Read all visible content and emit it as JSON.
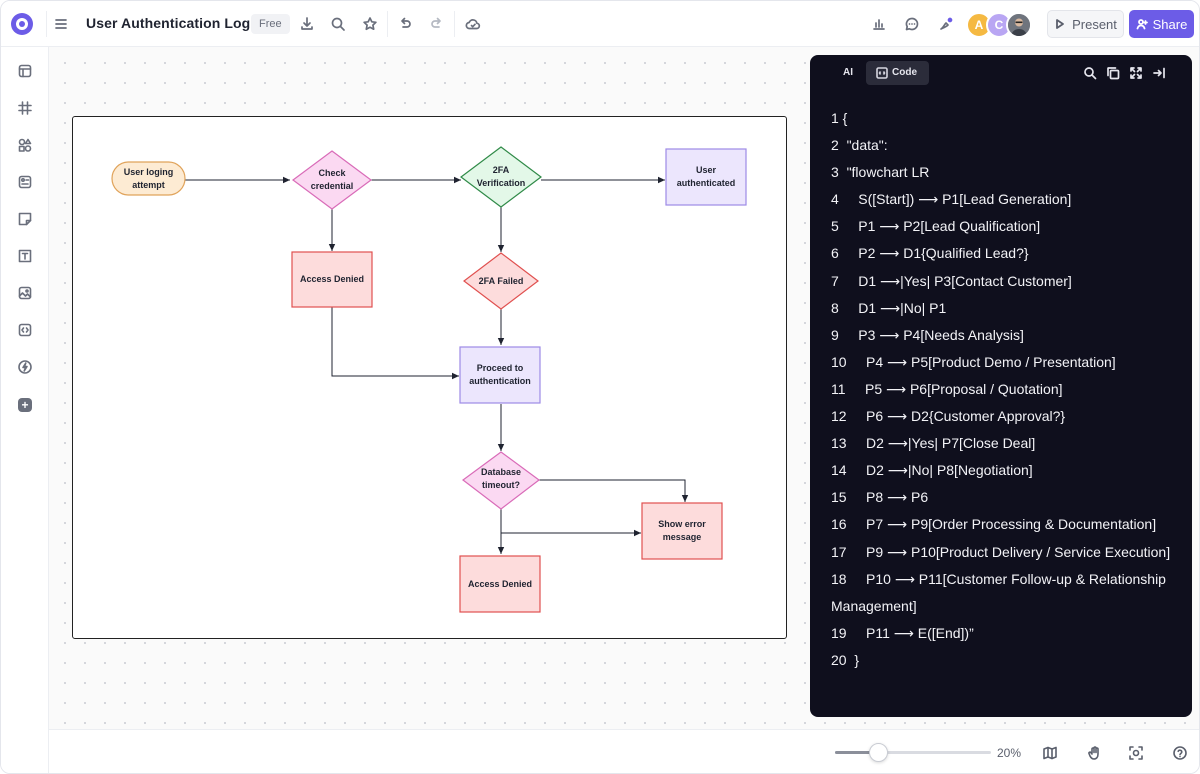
{
  "app": {
    "title": "User Authentication Logic",
    "plan_badge": "Free",
    "accent_color": "#6c5ce7"
  },
  "toolbar": {
    "icons": [
      "menu-icon",
      "download-icon",
      "search-icon",
      "star-icon",
      "undo-icon",
      "redo-icon",
      "cloud-icon"
    ],
    "right_icons": [
      "chart-icon",
      "comment-icon",
      "pen-icon"
    ],
    "avatars": [
      {
        "initial": "A",
        "color": "#f5b942"
      },
      {
        "initial": "C",
        "color": "#b9a6f3"
      },
      {
        "initial": "",
        "color": "#8a8f99"
      }
    ],
    "present_label": "Present",
    "share_label": "Share"
  },
  "left_rail": {
    "icons": [
      "layout-icon",
      "grid-icon",
      "shapes-icon",
      "components-icon",
      "sticky-note-icon",
      "text-frame-icon",
      "image-icon",
      "code-block-icon",
      "lightning-icon",
      "plus-icon"
    ]
  },
  "flowchart": {
    "nodes": {
      "start": "User loging attempt",
      "check": "Check credential",
      "twofa": "2FA Verification",
      "authed": "User authenticated",
      "denied1": "Access Denied",
      "failed": "2FA Failed",
      "proceed": "Proceed to authentication",
      "dbtimeout": "Database timeout?",
      "error": "Show error message",
      "denied2": "Access Denied"
    }
  },
  "code_panel": {
    "tab_ai": "AI",
    "tab_code": "Code",
    "icons": [
      "search-icon",
      "copy-icon",
      "expand-icon",
      "collapse-panel-icon"
    ],
    "lines": [
      "1 {",
      "2  \"data\":",
      "3  \"flowchart LR",
      "4     S([Start]) ⟶ P1[Lead Generation]",
      "5     P1 ⟶ P2[Lead Qualification]",
      "6     P2 ⟶ D1{Qualified Lead?}",
      "7     D1 ⟶|Yes| P3[Contact Customer]",
      "8     D1 ⟶|No| P1",
      "9     P3 ⟶ P4[Needs Analysis]",
      "10     P4 ⟶ P5[Product Demo / Presentation]",
      "11     P5 ⟶ P6[Proposal / Quotation]",
      "12     P6 ⟶ D2{Customer Approval?}",
      "13     D2 ⟶|Yes| P7[Close Deal]",
      "14     D2 ⟶|No| P8[Negotiation]",
      "15     P8 ⟶ P6",
      "16     P7 ⟶ P9[Order Processing & Documentation]",
      "17     P9 ⟶ P10[Product Delivery / Service Execution]",
      "18     P10 ⟶ P11[Customer Follow-up & Relationship Management]",
      "19     P11 ⟶ E([End])”",
      "20  }"
    ]
  },
  "bottom_bar": {
    "zoom_label": "20%",
    "zoom_level": 0.28,
    "icons": [
      "map-icon",
      "hand-icon",
      "focus-icon",
      "help-icon"
    ]
  }
}
